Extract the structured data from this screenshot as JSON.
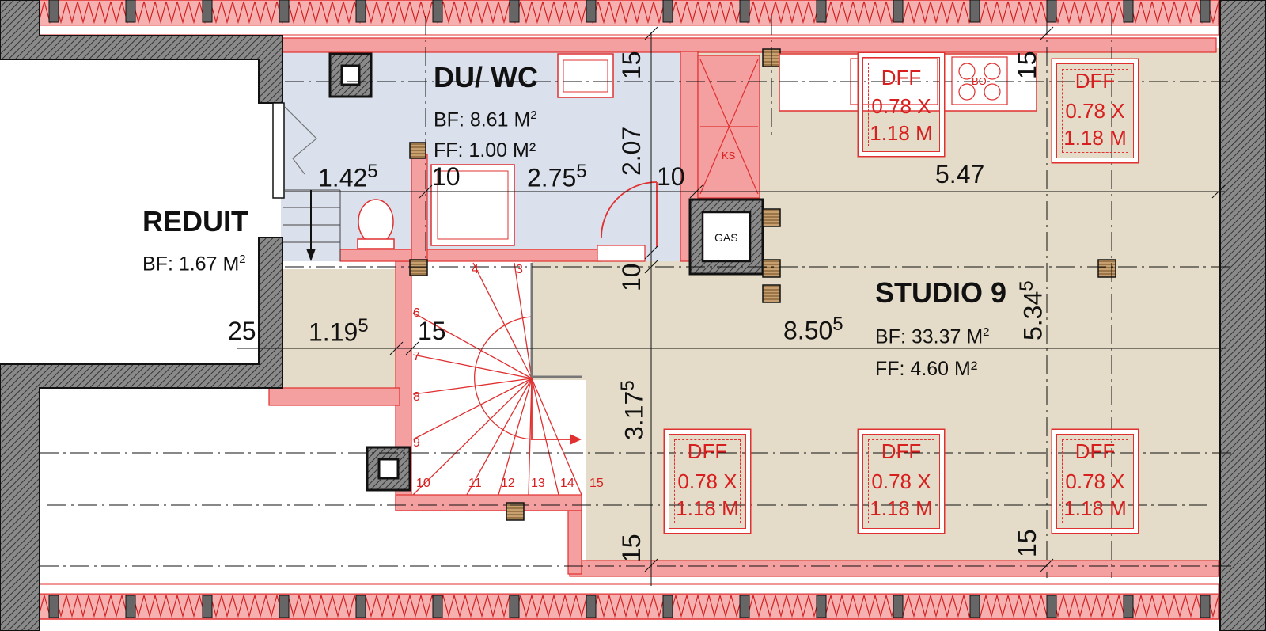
{
  "rooms": {
    "du_wc": {
      "name": "DU/  WC",
      "bf": "BF: 8.61  M",
      "bf_sup": "2",
      "ff": "FF: 1.00 M²"
    },
    "reduit": {
      "name": "REDUIT",
      "bf": "BF: 1.67  M",
      "bf_sup": "2"
    },
    "studio": {
      "name": "STUDIO 9",
      "bf": "BF: 33.37  M",
      "bf_sup": "2",
      "ff": "FF: 4.60 M²"
    }
  },
  "dimensions": {
    "d1": "1.42",
    "d1_sup": "5",
    "d2": "2.75",
    "d2_sup": "5",
    "d3": "10",
    "d4": "10",
    "d5": "2.07",
    "d6": "15",
    "d7": "5.47",
    "d8": "15",
    "d9": "8.50",
    "d9_sup": "5",
    "d10": "5.34",
    "d10_sup": "5",
    "d11": "10",
    "d12": "1.19",
    "d12_sup": "5",
    "d13": "15",
    "d14": "25",
    "d15": "3.17",
    "d15_sup": "5",
    "d16": "15",
    "d17": "15"
  },
  "stairs": {
    "steps": [
      "3",
      "4",
      "6",
      "7",
      "8",
      "9",
      "10",
      "11",
      "12",
      "13",
      "14",
      "15"
    ]
  },
  "skylights": [
    {
      "label": "DFF",
      "size1": "0.78 X",
      "size2": "1.18 M"
    },
    {
      "label": "DFF",
      "size1": "0.78 X",
      "size2": "1.18 M"
    },
    {
      "label": "DFF",
      "size1": "0.78 X",
      "size2": "1.18 M"
    },
    {
      "label": "DFF",
      "size1": "0.78 X",
      "size2": "1.18 M"
    },
    {
      "label": "DFF",
      "size1": "0.78 X",
      "size2": "1.18 M"
    }
  ],
  "labels": {
    "gas": "GAS",
    "ks": "KS",
    "bo": "BO"
  },
  "colors": {
    "wall_red": "#f5a0a0",
    "wall_line": "#e03030",
    "bath_fill": "#dbe1ec",
    "floor_fill": "#e4dcc8",
    "hatch": "#555555"
  }
}
